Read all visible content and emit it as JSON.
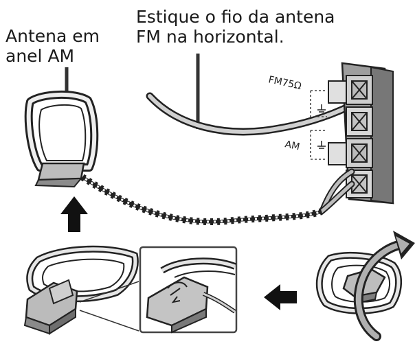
{
  "labels": {
    "am_antenna_line1": "Antena em",
    "am_antenna_line2": "anel AM",
    "fm_instruction_line1": "Estique o fio da antena",
    "fm_instruction_line2": "FM na horizontal.",
    "fm_terminal": "FM75Ω",
    "am_terminal": "AM"
  },
  "colors": {
    "ink": "#1a1a1a",
    "mid_gray": "#9a9a9a",
    "light_gray": "#d4d4d4",
    "panel_gray": "#e6e6e6"
  },
  "icons": {
    "arrow_up": "arrow-up-icon",
    "arrow_left": "arrow-left-icon",
    "rotate": "rotate-arrow-icon"
  }
}
